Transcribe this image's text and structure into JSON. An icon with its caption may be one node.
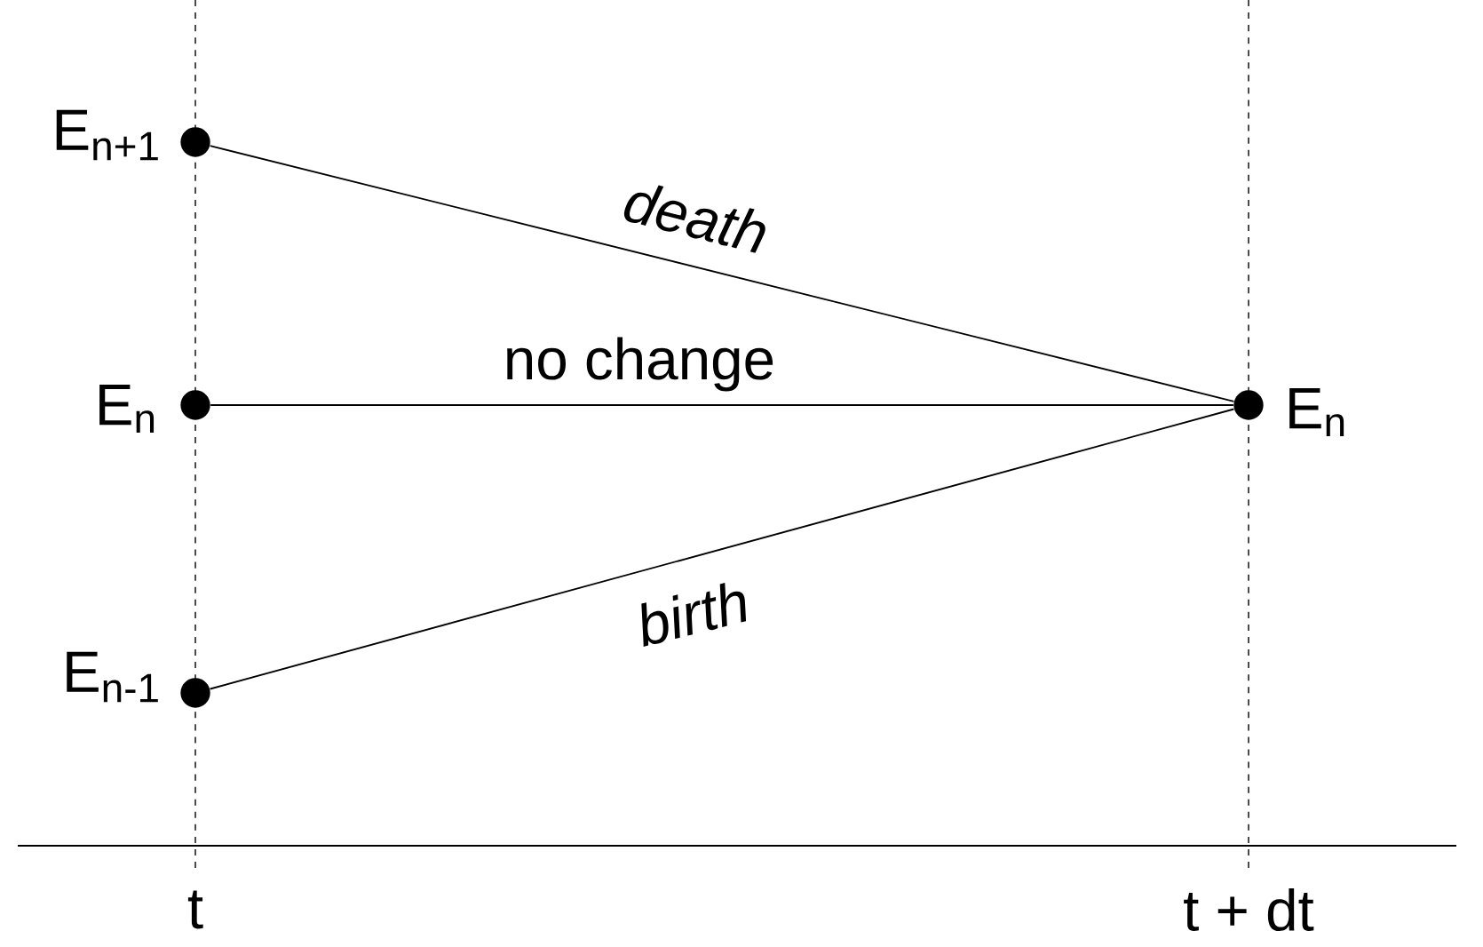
{
  "diagram": {
    "nodes": [
      {
        "text": [],
        "shape": "circle",
        "beside": [
          "E$_{n+1}$"
        ]
      },
      {
        "text": [],
        "shape": "circle",
        "beside": [
          "E$_{n}$"
        ]
      },
      {
        "text": [],
        "shape": "circle",
        "beside": [
          "E$_{n-1}$"
        ]
      },
      {
        "text": [],
        "shape": "circle",
        "beside": [
          "E$_{n}$"
        ]
      }
    ],
    "edges": [
      {
        "from": 0,
        "to": 3,
        "arrow": "none",
        "label": "death"
      },
      {
        "from": 1,
        "to": 3,
        "arrow": "none",
        "label": "no change"
      },
      {
        "from": 2,
        "to": 3,
        "arrow": "none",
        "label": "birth"
      }
    ],
    "labels": [
      "t",
      "t + dt"
    ]
  }
}
